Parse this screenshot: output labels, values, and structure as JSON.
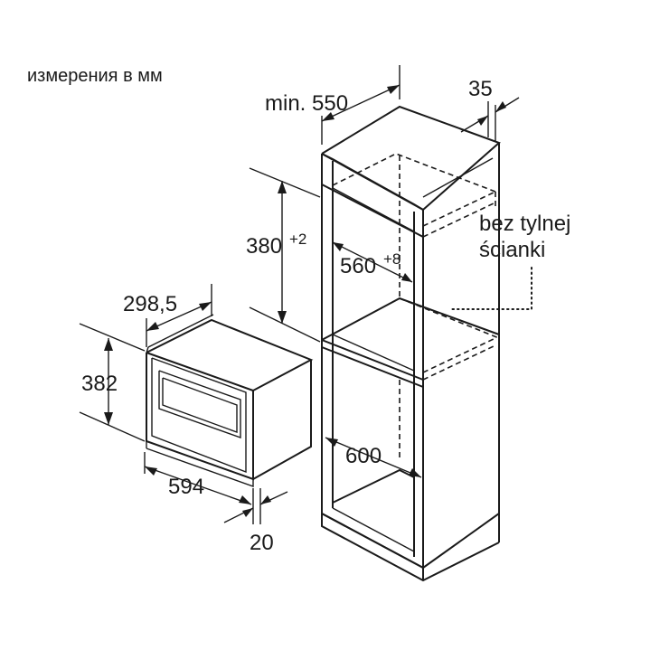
{
  "caption": "измерения в мм",
  "dimensions": {
    "cabinet_width": "min. 550",
    "side_gap": "35",
    "niche_height": "380",
    "niche_height_tolerance": "+2",
    "niche_width": "560",
    "niche_width_tolerance": "+8",
    "cabinet_depth": "600",
    "appliance_depth": "298,5",
    "appliance_height": "382",
    "appliance_width": "594",
    "front_thickness": "20"
  },
  "notes": {
    "no_back_wall_line1": "bez tylnej",
    "no_back_wall_line2": "ścianki"
  }
}
